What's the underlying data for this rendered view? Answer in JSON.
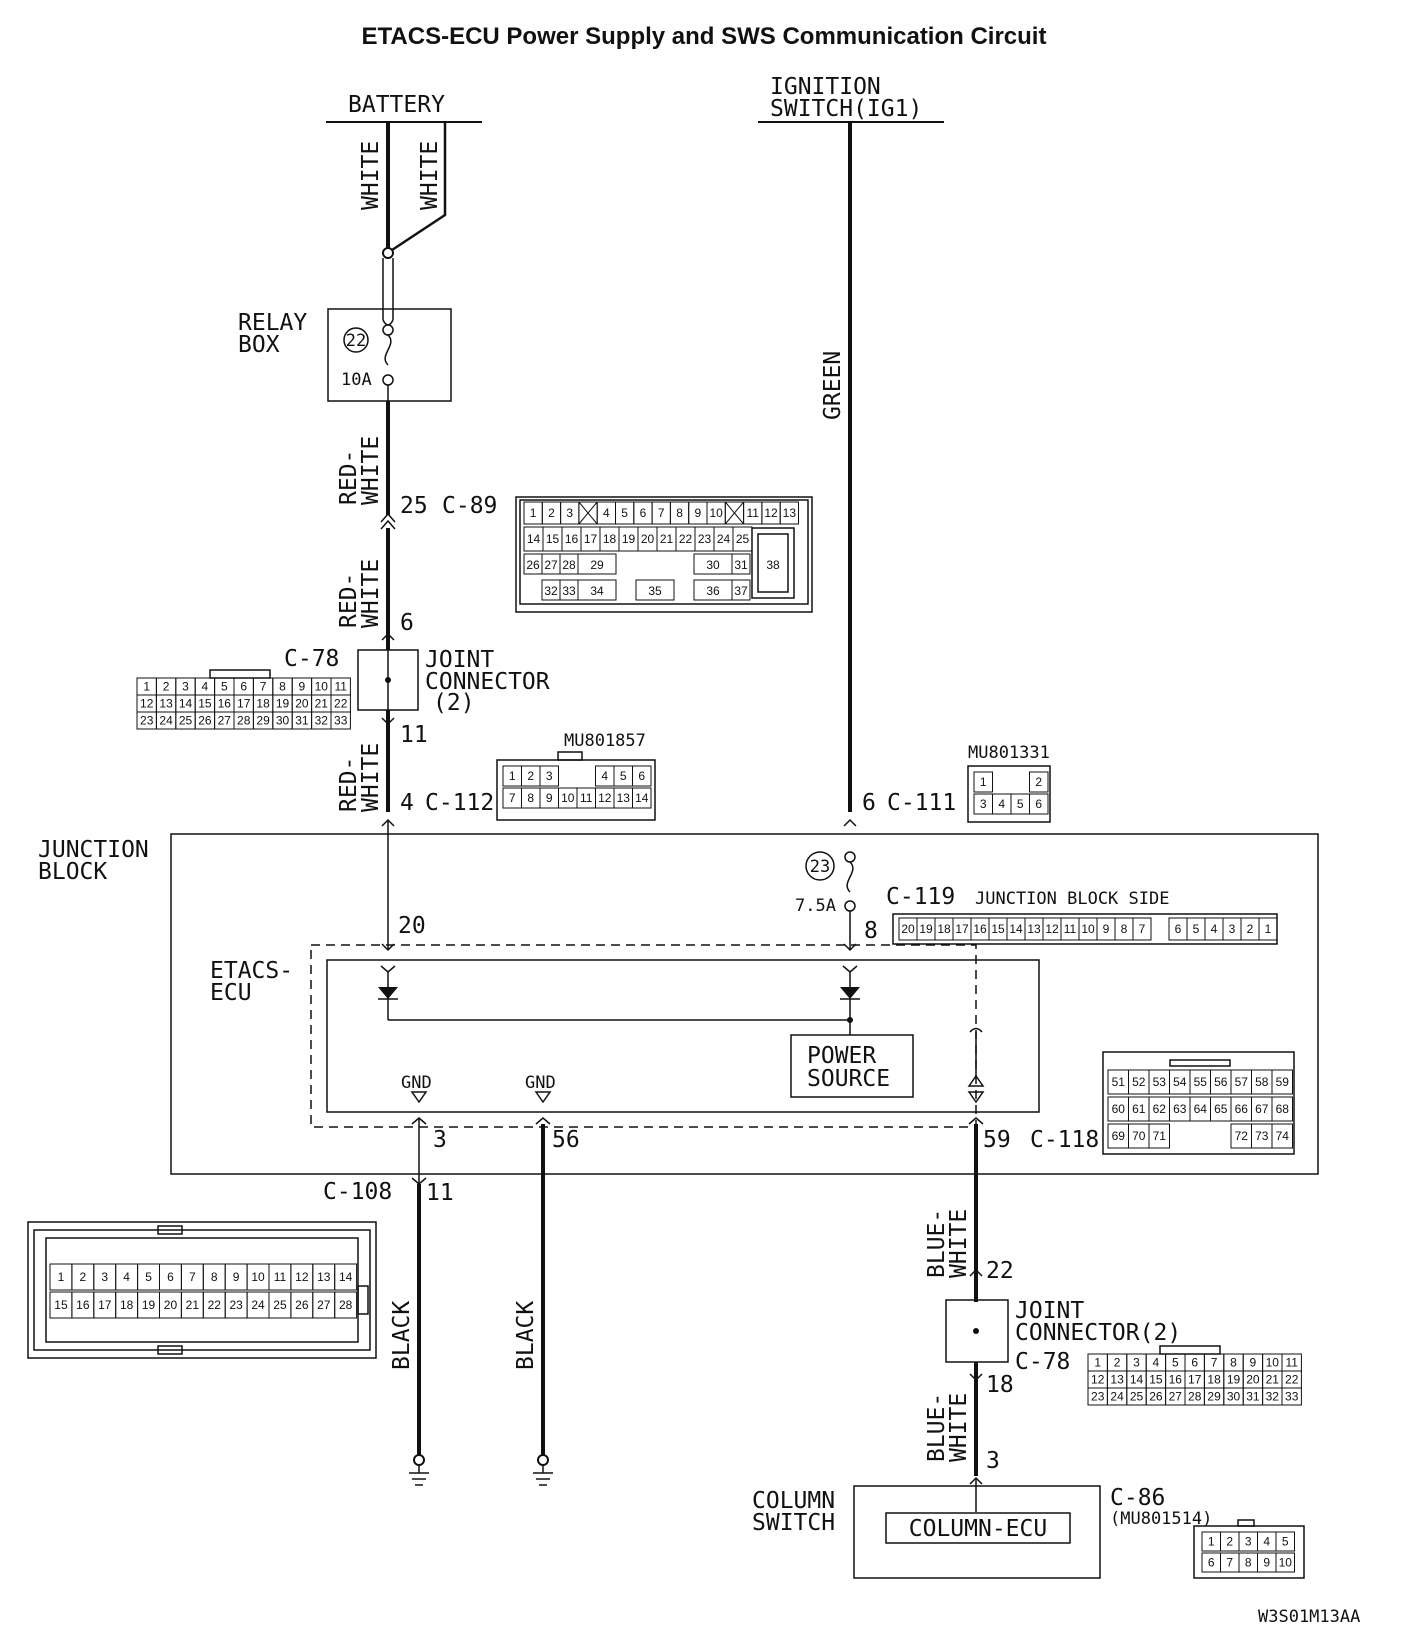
{
  "title": "ETACS-ECU Power Supply and SWS Communication Circuit",
  "labels": {
    "battery": "BATTERY",
    "ignition_1": "IGNITION",
    "ignition_2": "SWITCH(IG1)",
    "relay_box_1": "RELAY",
    "relay_box_2": "BOX",
    "fuse_22": "22",
    "fuse_22_amp": "10A",
    "junction_block_1": "JUNCTION",
    "junction_block_2": "BLOCK",
    "fuse_23": "23",
    "fuse_23_amp": "7.5A",
    "etacs_1": "ETACS-",
    "etacs_2": "ECU",
    "power_source_1": "POWER",
    "power_source_2": "SOURCE",
    "gnd": "GND",
    "joint_1": "JOINT",
    "joint_2": "CONNECTOR",
    "joint_3": "(2)",
    "joint_b2": "CONNECTOR(2)",
    "column_switch_1": "COLUMN",
    "column_switch_2": "SWITCH",
    "column_ecu": "COLUMN-ECU",
    "junction_block_side": "JUNCTION BLOCK SIDE",
    "diagram_id": "W3S01M13AA"
  },
  "wires": {
    "white": "WHITE",
    "red_1": "RED-",
    "white_2": "WHITE",
    "green": "GREEN",
    "black": "BLACK",
    "blue_1": "BLUE-",
    "blue_2": "WHITE"
  },
  "connectors": {
    "c89": "C-89",
    "c89_pin": "25",
    "c89_pin6": "6",
    "c78": "C-78",
    "c78_pin11": "11",
    "c112": "C-112",
    "c112_pin": "4",
    "c111": "C-111",
    "c111_pin": "6",
    "c119": "C-119",
    "pin20": "20",
    "pin8": "8",
    "pin3": "3",
    "pin56": "56",
    "pin59": "59",
    "c118": "C-118",
    "c108": "C-108",
    "pin11b": "11",
    "pin22": "22",
    "pin18": "18",
    "pin3b": "3",
    "c86": "C-86",
    "mu_c112": "MU801857",
    "mu_c111": "MU801331",
    "mu_c86": "(MU801514)"
  },
  "pin_grids": {
    "c89_r1": [
      "1",
      "2",
      "3",
      "",
      "4",
      "5",
      "6",
      "7",
      "8",
      "9",
      "10",
      "",
      "11",
      "12",
      "13"
    ],
    "c89_r2": [
      "14",
      "15",
      "16",
      "17",
      "18",
      "19",
      "20",
      "21",
      "22",
      "23",
      "24",
      "25"
    ],
    "c89_r3": [
      "26",
      "27",
      "28",
      "29",
      "30",
      "31"
    ],
    "c89_r4": [
      "32",
      "33",
      "34",
      "35",
      "36",
      "37"
    ],
    "c89_big": "38",
    "c78_r1": [
      "1",
      "2",
      "3",
      "4",
      "5",
      "6",
      "7",
      "8",
      "9",
      "10",
      "11"
    ],
    "c78_r2": [
      "12",
      "13",
      "14",
      "15",
      "16",
      "17",
      "18",
      "19",
      "20",
      "21",
      "22"
    ],
    "c78_r3": [
      "23",
      "24",
      "25",
      "26",
      "27",
      "28",
      "29",
      "30",
      "31",
      "32",
      "33"
    ],
    "c112_r1": [
      "1",
      "2",
      "3",
      "",
      "",
      "4",
      "5",
      "6"
    ],
    "c112_r2": [
      "7",
      "8",
      "9",
      "10",
      "11",
      "12",
      "13",
      "14"
    ],
    "c111_r1": [
      "1",
      "",
      "",
      "2"
    ],
    "c111_r2": [
      "3",
      "4",
      "5",
      "6"
    ],
    "c119": [
      "20",
      "19",
      "18",
      "17",
      "16",
      "15",
      "14",
      "13",
      "12",
      "11",
      "10",
      "9",
      "8",
      "7",
      "",
      "6",
      "5",
      "4",
      "3",
      "2",
      "1"
    ],
    "c118_r1": [
      "51",
      "52",
      "53",
      "54",
      "55",
      "56",
      "57",
      "58",
      "59"
    ],
    "c118_r2": [
      "60",
      "61",
      "62",
      "63",
      "64",
      "65",
      "66",
      "67",
      "68"
    ],
    "c118_r3": [
      "69",
      "70",
      "71",
      "",
      "",
      "",
      "72",
      "73",
      "74"
    ],
    "c108_r1": [
      "1",
      "2",
      "3",
      "4",
      "5",
      "6",
      "7",
      "8",
      "9",
      "10",
      "11",
      "12",
      "13",
      "14"
    ],
    "c108_r2": [
      "15",
      "16",
      "17",
      "18",
      "19",
      "20",
      "21",
      "22",
      "23",
      "24",
      "25",
      "26",
      "27",
      "28"
    ],
    "c86_r1": [
      "1",
      "2",
      "3",
      "4",
      "5"
    ],
    "c86_r2": [
      "6",
      "7",
      "8",
      "9",
      "10"
    ]
  }
}
